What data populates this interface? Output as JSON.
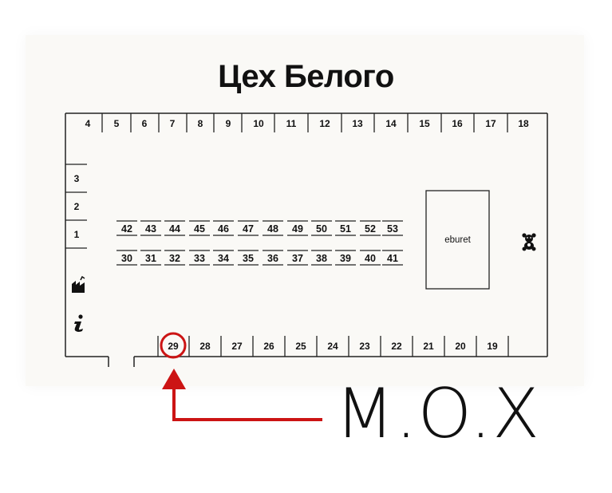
{
  "map": {
    "title": "Цех Белого",
    "highlight_label": "M.O.X",
    "highlight_stall": "29",
    "accent_color": "#cc1414",
    "eburet_label": "eburet",
    "top_row": [
      "4",
      "5",
      "6",
      "7",
      "8",
      "9",
      "10",
      "11",
      "12",
      "13",
      "14",
      "15",
      "16",
      "17",
      "18"
    ],
    "left_column": [
      "3",
      "2",
      "1"
    ],
    "inner_row_top": [
      "42",
      "43",
      "44",
      "45",
      "46",
      "47",
      "48",
      "49",
      "50",
      "51",
      "52",
      "53"
    ],
    "inner_row_bottom": [
      "30",
      "31",
      "32",
      "33",
      "34",
      "35",
      "36",
      "37",
      "38",
      "39",
      "40",
      "41"
    ],
    "bottom_row": [
      "29",
      "28",
      "27",
      "26",
      "25",
      "24",
      "23",
      "22",
      "21",
      "20",
      "19"
    ],
    "icons": [
      "factory-icon",
      "info-icon",
      "teddy-bear-icon"
    ]
  }
}
